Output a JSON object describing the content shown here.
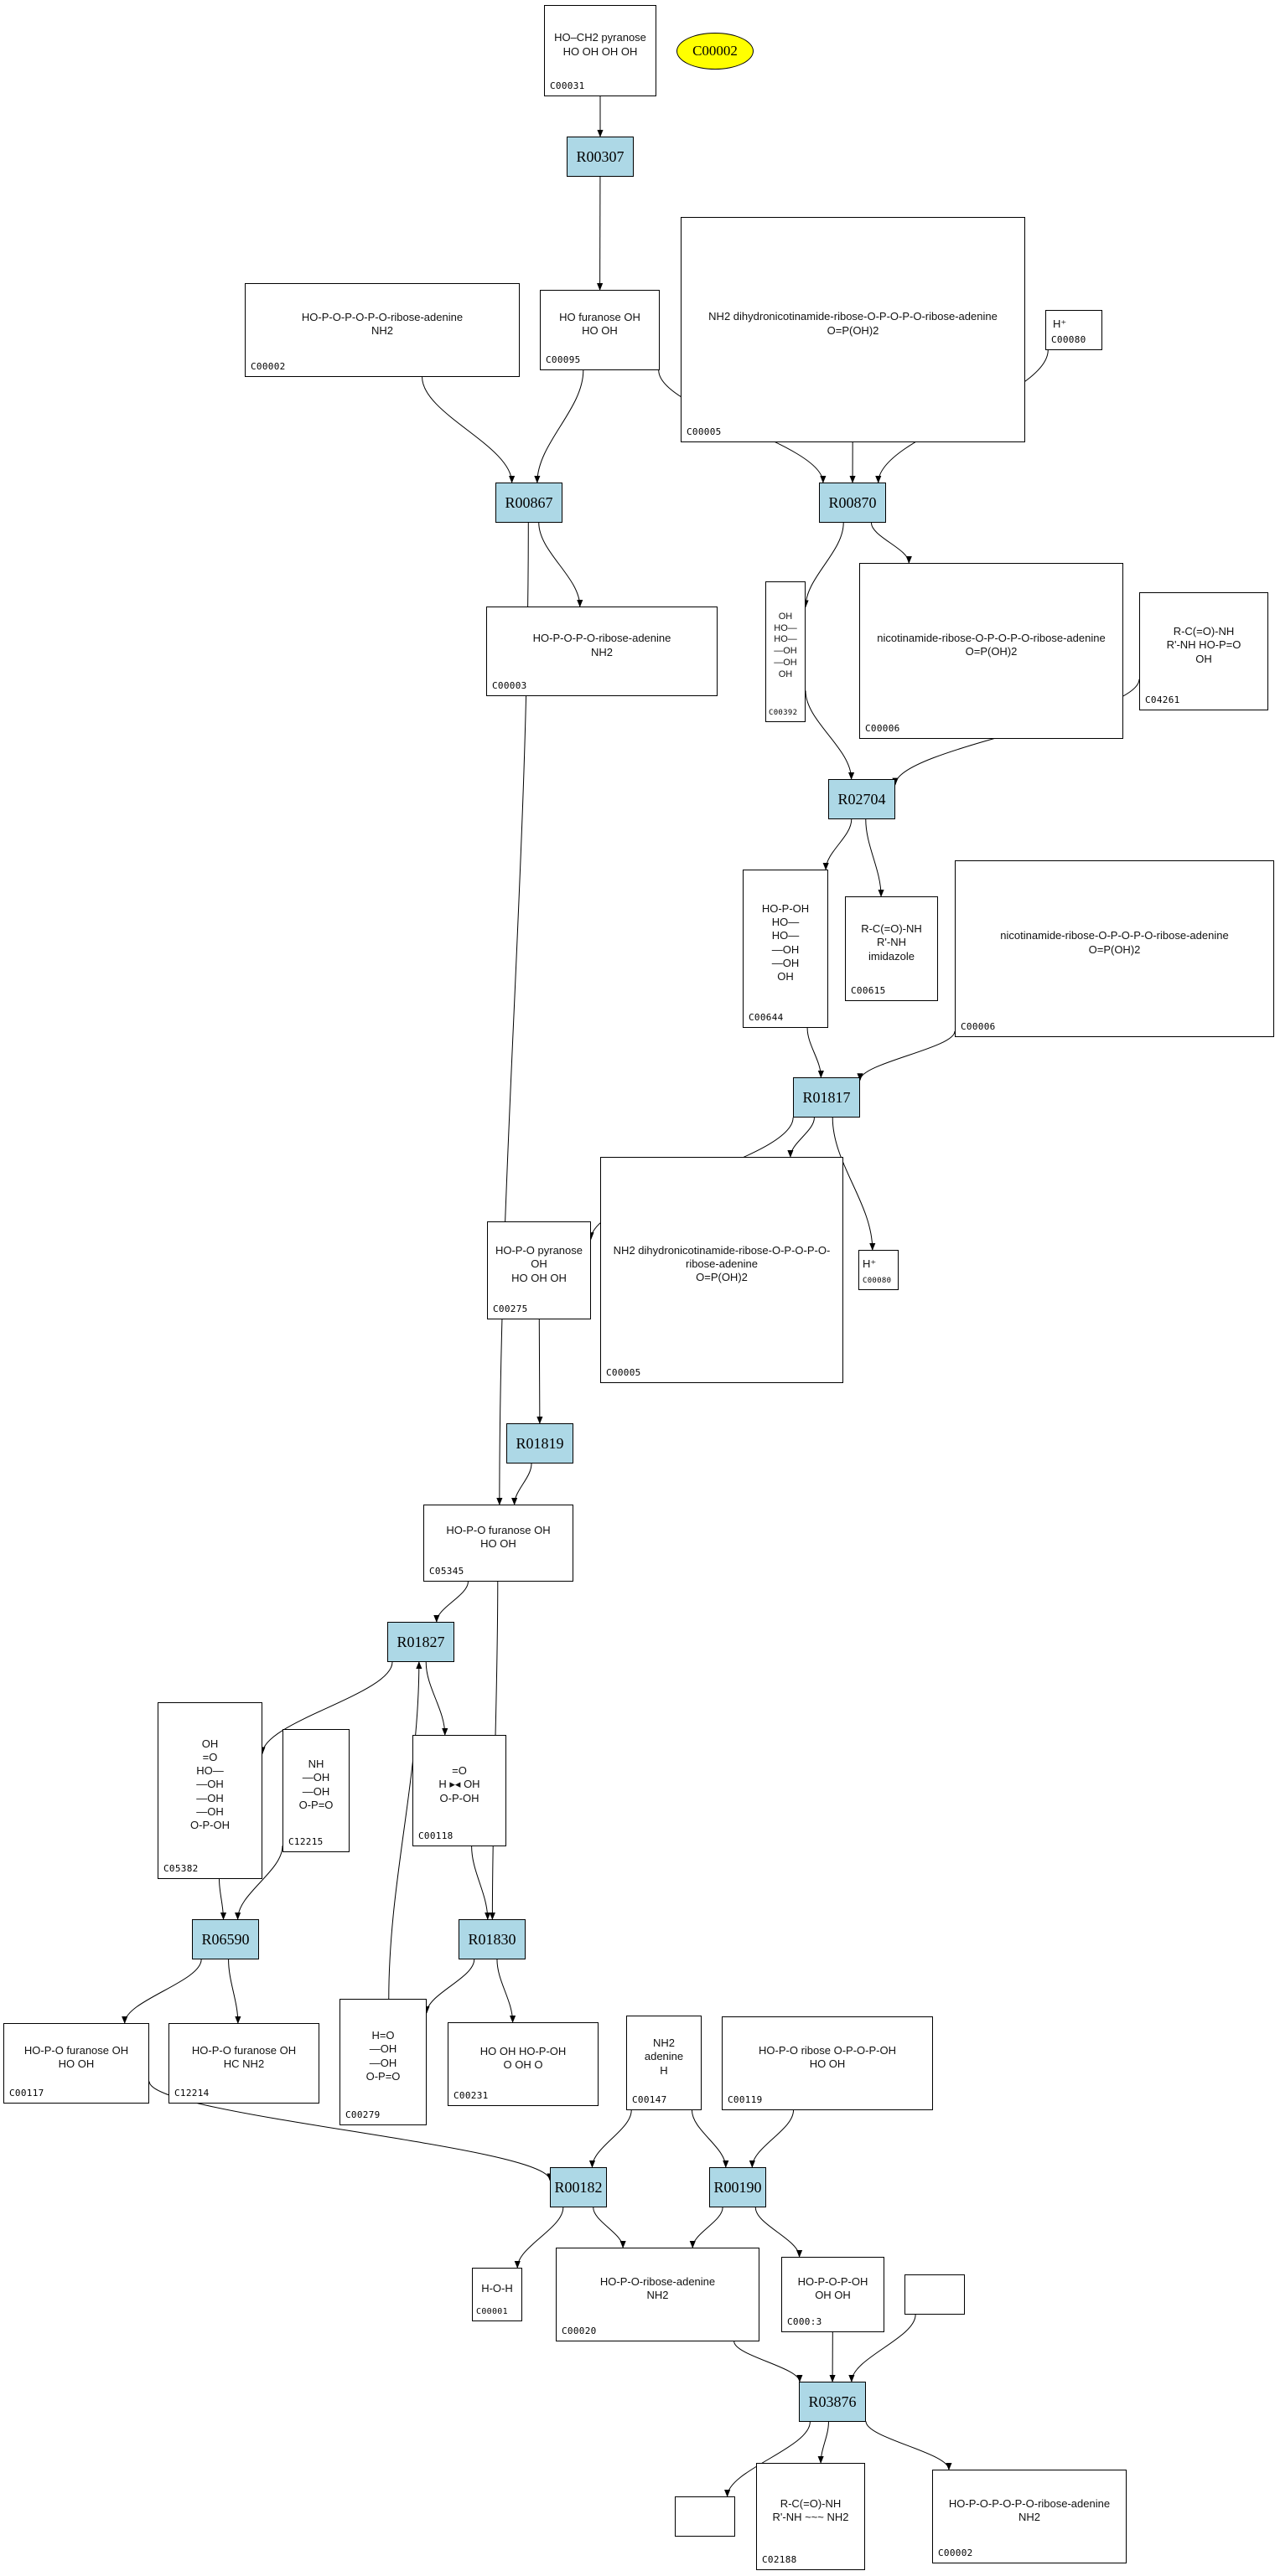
{
  "diagram": {
    "title": "",
    "highlighted_compound": {
      "label": "C00002",
      "color": "#ffff00"
    },
    "reaction_fill": "#add8e6",
    "compounds": [
      {
        "key": "c00031",
        "id": "C00031",
        "formula_text": "HO–CH2 pyranose\nHO  OH  OH  OH"
      },
      {
        "key": "c00002a",
        "id": "C00002",
        "formula_text": "HO-P-O-P-O-P-O-ribose-adenine\nNH2"
      },
      {
        "key": "c00095",
        "id": "C00095",
        "formula_text": "HO  furanose  OH\nHO  OH"
      },
      {
        "key": "c00005a",
        "id": "C00005",
        "formula_text": "NH2 dihydronicotinamide-ribose-O-P-O-P-O-ribose-adenine\nO=P(OH)2"
      },
      {
        "key": "c00080a",
        "id": "C00080",
        "formula_text": "H⁺"
      },
      {
        "key": "c00003",
        "id": "C00003",
        "formula_text": "HO-P-O-P-O-ribose-adenine\nNH2"
      },
      {
        "key": "c00392",
        "id": "C00392",
        "formula_text": "OH\nHO—\nHO—\n—OH\n—OH\nOH"
      },
      {
        "key": "c00006a",
        "id": "C00006",
        "formula_text": "nicotinamide-ribose-O-P-O-P-O-ribose-adenine\nO=P(OH)2"
      },
      {
        "key": "c04261",
        "id": "C04261",
        "formula_text": "R-C(=O)-NH\nR'-NH  HO-P=O\nOH"
      },
      {
        "key": "c00644",
        "id": "C00644",
        "formula_text": "HO-P-OH\nHO—\nHO—\n—OH\n—OH\nOH"
      },
      {
        "key": "c00615",
        "id": "C00615",
        "formula_text": "R-C(=O)-NH\nR'-NH  imidazole"
      },
      {
        "key": "c00006b",
        "id": "C00006",
        "formula_text": "nicotinamide-ribose-O-P-O-P-O-ribose-adenine\nO=P(OH)2"
      },
      {
        "key": "c00275",
        "id": "C00275",
        "formula_text": "HO-P-O pyranose OH\nHO  OH  OH"
      },
      {
        "key": "c00005b",
        "id": "C00005",
        "formula_text": "NH2 dihydronicotinamide-ribose-O-P-O-P-O-ribose-adenine\nO=P(OH)2"
      },
      {
        "key": "c00080b",
        "id": "C00080",
        "formula_text": "H⁺"
      },
      {
        "key": "c05345",
        "id": "C05345",
        "formula_text": "HO-P-O furanose OH\nHO  OH"
      },
      {
        "key": "c05382",
        "id": "C05382",
        "formula_text": "OH\n=O\nHO—\n—OH\n—OH\n—OH\nO-P-OH"
      },
      {
        "key": "c12215",
        "id": "C12215",
        "formula_text": "NH\n—OH\n—OH\nO-P=O"
      },
      {
        "key": "c00118",
        "id": "C00118",
        "formula_text": "=O\nH ▸◂ OH\nO-P-OH"
      },
      {
        "key": "c00117",
        "id": "C00117",
        "formula_text": "HO-P-O furanose OH\nHO  OH"
      },
      {
        "key": "c12214",
        "id": "C12214",
        "formula_text": "HO-P-O furanose OH\nHC  NH2"
      },
      {
        "key": "c00279",
        "id": "C00279",
        "formula_text": "H=O\n—OH\n—OH\nO-P=O"
      },
      {
        "key": "c00231",
        "id": "C00231",
        "formula_text": "HO  OH  HO-P-OH\nO  OH  O"
      },
      {
        "key": "c00147",
        "id": "C00147",
        "formula_text": "NH2\nadenine\nH"
      },
      {
        "key": "c00119",
        "id": "C00119",
        "formula_text": "HO-P-O ribose O-P-O-P-OH\nHO  OH"
      },
      {
        "key": "c00001",
        "id": "C00001",
        "formula_text": "H-O-H"
      },
      {
        "key": "c00020",
        "id": "C00020",
        "formula_text": "HO-P-O-ribose-adenine\nNH2"
      },
      {
        "key": "c00013",
        "id": "C000:3",
        "formula_text": "HO-P-O-P-OH\nOH  OH"
      },
      {
        "key": "empty_top",
        "id": "",
        "formula_text": ""
      },
      {
        "key": "empty_bottom",
        "id": "",
        "formula_text": ""
      },
      {
        "key": "c02188",
        "id": "C02188",
        "formula_text": "R-C(=O)-NH\nR'-NH ~~~ NH2"
      },
      {
        "key": "c00002b",
        "id": "C00002",
        "formula_text": "HO-P-O-P-O-P-O-ribose-adenine\nNH2"
      }
    ],
    "reactions": [
      {
        "key": "r00307",
        "id": "R00307"
      },
      {
        "key": "r00867",
        "id": "R00867"
      },
      {
        "key": "r00870",
        "id": "R00870"
      },
      {
        "key": "r02704",
        "id": "R02704"
      },
      {
        "key": "r01817",
        "id": "R01817"
      },
      {
        "key": "r01819",
        "id": "R01819"
      },
      {
        "key": "r01827",
        "id": "R01827"
      },
      {
        "key": "r06590",
        "id": "R06590"
      },
      {
        "key": "r01830",
        "id": "R01830"
      },
      {
        "key": "r00182",
        "id": "R00182"
      },
      {
        "key": "r00190",
        "id": "R00190"
      },
      {
        "key": "r03876",
        "id": "R03876"
      }
    ],
    "edges": [
      [
        "c00031",
        "r00307"
      ],
      [
        "r00307",
        "c00095"
      ],
      [
        "c00002a",
        "r00867"
      ],
      [
        "c00095",
        "r00867"
      ],
      [
        "c00095",
        "r00870"
      ],
      [
        "c00005a",
        "r00870"
      ],
      [
        "c00080a",
        "r00870"
      ],
      [
        "r00867",
        "c00003"
      ],
      [
        "r00867",
        "c05345"
      ],
      [
        "r00870",
        "c00392"
      ],
      [
        "r00870",
        "c00006a"
      ],
      [
        "c00392",
        "r02704"
      ],
      [
        "c04261",
        "r02704"
      ],
      [
        "r02704",
        "c00644"
      ],
      [
        "r02704",
        "c00615"
      ],
      [
        "c00644",
        "r01817"
      ],
      [
        "c00006b",
        "r01817"
      ],
      [
        "r01817",
        "c00275"
      ],
      [
        "r01817",
        "c00005b"
      ],
      [
        "r01817",
        "c00080b"
      ],
      [
        "c00275",
        "r01819"
      ],
      [
        "r01819",
        "c05345"
      ],
      [
        "c05345",
        "r01827"
      ],
      [
        "c05345",
        "r01830"
      ],
      [
        "r01827",
        "c05382"
      ],
      [
        "r01827",
        "c00118"
      ],
      [
        "c00279",
        "r01827"
      ],
      [
        "c05382",
        "r06590"
      ],
      [
        "c12215",
        "r06590"
      ],
      [
        "c00118",
        "r01830"
      ],
      [
        "r06590",
        "c00117"
      ],
      [
        "r06590",
        "c12214"
      ],
      [
        "r01830",
        "c00279"
      ],
      [
        "r01830",
        "c00231"
      ],
      [
        "c00117",
        "r00182"
      ],
      [
        "c00147",
        "r00182"
      ],
      [
        "c00147",
        "r00190"
      ],
      [
        "c00119",
        "r00190"
      ],
      [
        "r00182",
        "c00001"
      ],
      [
        "r00182",
        "c00020"
      ],
      [
        "r00190",
        "c00020"
      ],
      [
        "r00190",
        "c00013"
      ],
      [
        "c00020",
        "r03876"
      ],
      [
        "c00013",
        "r03876"
      ],
      [
        "empty_top",
        "r03876"
      ],
      [
        "r03876",
        "empty_bottom"
      ],
      [
        "r03876",
        "c02188"
      ],
      [
        "r03876",
        "c00002b"
      ]
    ]
  }
}
